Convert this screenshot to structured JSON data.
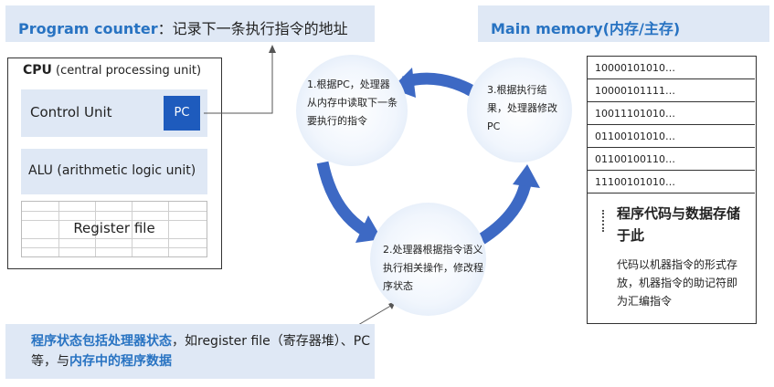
{
  "program_counter_banner": {
    "title": "Program counter",
    "desc": "：记录下一条执行指令的地址"
  },
  "main_memory_banner": {
    "title": "Main memory(内存/主存)"
  },
  "cpu": {
    "title": "CPU",
    "subtitle": " (central processing unit)",
    "control_unit": "Control Unit",
    "pc": "PC",
    "alu": "ALU (arithmetic logic unit)",
    "register_file": "Register file"
  },
  "cycle": {
    "step1": "1.根据PC，处理器从内存中读取下一条要执行的指令",
    "step2": "2.处理器根据指令语义执行相关操作，修改程序状态",
    "step3": "3.根据执行结果，处理器修改PC"
  },
  "memory": {
    "rows": [
      "10000101010…",
      "10000101111…",
      "10011101010…",
      "01100101010…",
      "01100100110…",
      "11100101010…"
    ],
    "heading": "程序代码与数据存储于此",
    "description": "代码以机器指令的形式存放，机器指令的助记符即为汇编指令"
  },
  "program_state": {
    "part1": "程序状态包括处理器状态",
    "part2": "，如register file（寄存器堆）、PC等，与",
    "part3": "内存中的程序数据"
  },
  "colors": {
    "accent_blue": "#2873c2",
    "pc_blue": "#1e5bbd",
    "arrow_blue": "#3d69c4",
    "panel_bg": "#dfe8f5"
  }
}
